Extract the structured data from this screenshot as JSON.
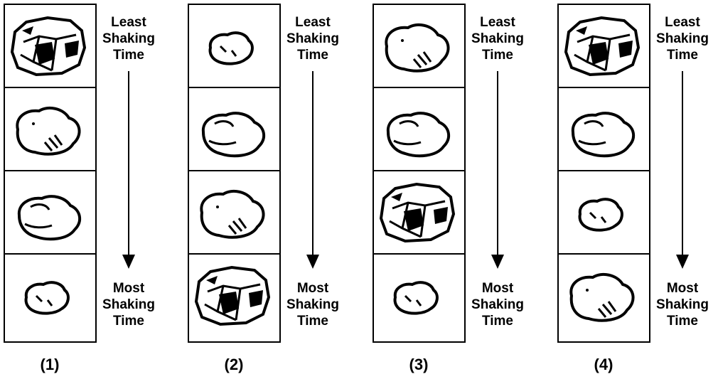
{
  "diagrams": [
    {
      "caption": "(1)",
      "top_label": [
        "Least",
        "Shaking",
        "Time"
      ],
      "bottom_label": [
        "Most",
        "Shaking",
        "Time"
      ],
      "rocks": [
        "large-angular",
        "medium-rounded",
        "medium-rounded",
        "small-rounded"
      ]
    },
    {
      "caption": "(2)",
      "top_label": [
        "Least",
        "Shaking",
        "Time"
      ],
      "bottom_label": [
        "Most",
        "Shaking",
        "Time"
      ],
      "rocks": [
        "small-rounded",
        "medium-rounded",
        "medium-rounded",
        "large-angular"
      ]
    },
    {
      "caption": "(3)",
      "top_label": [
        "Least",
        "Shaking",
        "Time"
      ],
      "bottom_label": [
        "Most",
        "Shaking",
        "Time"
      ],
      "rocks": [
        "medium-rounded",
        "medium-rounded",
        "large-angular",
        "small-rounded"
      ]
    },
    {
      "caption": "(4)",
      "top_label": [
        "Least",
        "Shaking",
        "Time"
      ],
      "bottom_label": [
        "Most",
        "Shaking",
        "Time"
      ],
      "rocks": [
        "large-angular",
        "medium-rounded",
        "small-rounded",
        "medium-rounded"
      ]
    }
  ]
}
